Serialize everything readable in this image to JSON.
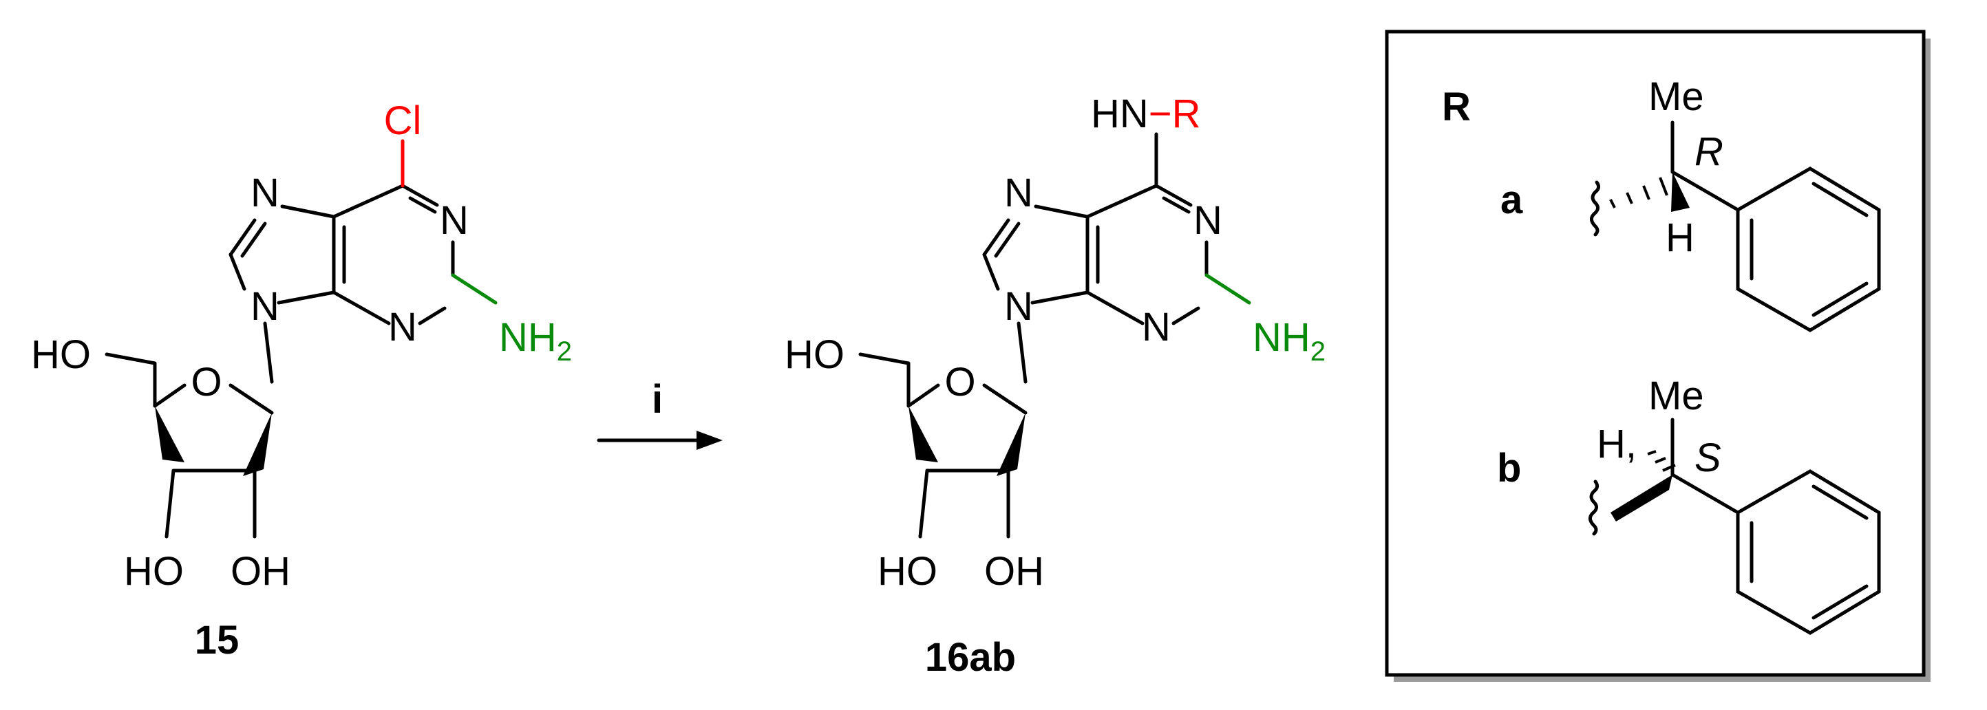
{
  "compound_start": {
    "label": "15",
    "atoms": {
      "cl": "Cl",
      "n1": "N",
      "n3": "N",
      "n7": "N",
      "n9": "N",
      "nh2": "NH",
      "nh2_sub": "2",
      "o_ring": "O",
      "ho_5": "HO",
      "ho_3": "HO",
      "oh_2": "OH"
    }
  },
  "reaction": {
    "reagent": "i"
  },
  "compound_product": {
    "label": "16ab",
    "atoms": {
      "hn": "HN",
      "dash": "−",
      "r": "R",
      "n1": "N",
      "n3": "N",
      "n7": "N",
      "n9": "N",
      "nh2": "NH",
      "nh2_sub": "2",
      "o_ring": "O",
      "ho_5": "HO",
      "ho_3": "HO",
      "oh_2": "OH"
    }
  },
  "r_groups": {
    "title": "R",
    "a": {
      "label": "a",
      "me": "Me",
      "h": "H",
      "config": "R"
    },
    "b": {
      "label": "b",
      "me": "Me",
      "h": "H,",
      "config": "S"
    }
  },
  "colors": {
    "bond": "#000000",
    "highlight_red": "#ff0000",
    "highlight_green": "#0a8a0a",
    "box_shadow": "#9a9a9a"
  }
}
